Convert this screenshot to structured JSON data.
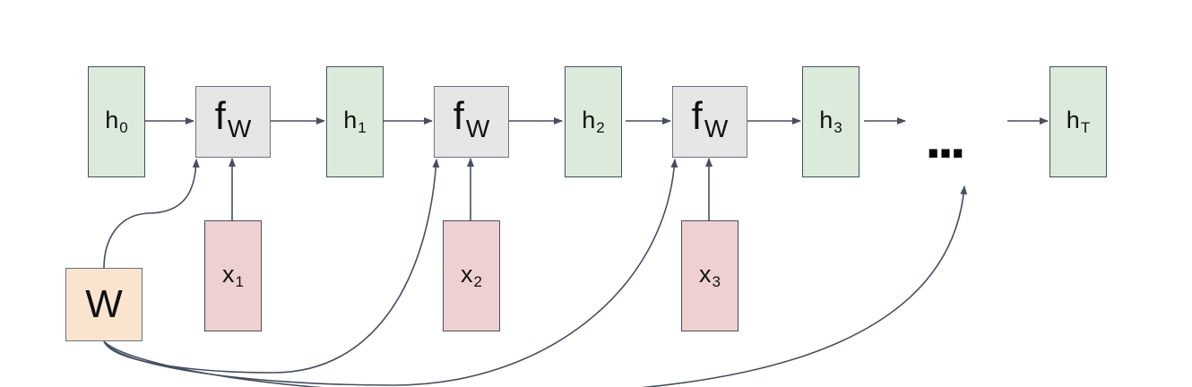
{
  "hidden_states": [
    {
      "base": "h",
      "sub": "0"
    },
    {
      "base": "h",
      "sub": "1"
    },
    {
      "base": "h",
      "sub": "2"
    },
    {
      "base": "h",
      "sub": "3"
    },
    {
      "base": "h",
      "sub": "T"
    }
  ],
  "functions": [
    {
      "base": "f",
      "sub": "W"
    },
    {
      "base": "f",
      "sub": "W"
    },
    {
      "base": "f",
      "sub": "W"
    }
  ],
  "inputs": [
    {
      "base": "x",
      "sub": "1"
    },
    {
      "base": "x",
      "sub": "2"
    },
    {
      "base": "x",
      "sub": "3"
    }
  ],
  "weight": {
    "label": "W"
  },
  "ellipsis": "...",
  "colors": {
    "hidden_fill": "#dceadb",
    "function_fill": "#e6e6e6",
    "input_fill": "#efd0d0",
    "weight_fill": "#fbe4cf",
    "arrow": "#454f60"
  }
}
